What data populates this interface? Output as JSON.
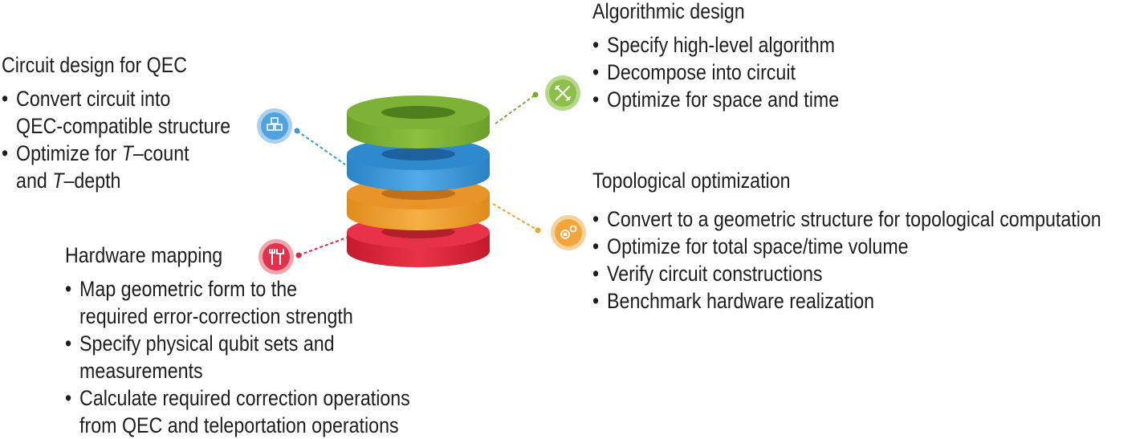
{
  "sections": {
    "algorithmic": {
      "title": "Algorithmic design",
      "items": [
        "Specify high-level algorithm",
        "Decompose into circuit",
        "Optimize for space and time"
      ]
    },
    "circuit": {
      "title": "Circuit design for QEC",
      "items": [
        {
          "line1": "Convert circuit into",
          "line2": "QEC-compatible structure"
        },
        {
          "line1a": "Optimize for ",
          "line1b": "T",
          "line1c": "–count",
          "line2a": "and ",
          "line2b": "T",
          "line2c": "–depth"
        }
      ]
    },
    "topological": {
      "title": "Topological optimization",
      "items": [
        "Convert to a geometric structure for topological computation",
        "Optimize for total space/time volume",
        "Verify circuit constructions",
        "Benchmark hardware realization"
      ]
    },
    "hardware": {
      "title": "Hardware mapping",
      "items": [
        {
          "line1": "Map geometric form to the",
          "line2": "required error-correction strength"
        },
        {
          "line1": "Specify physical qubit sets and",
          "line2": "measurements"
        },
        {
          "line1": "Calculate required correction operations",
          "line2": "from QEC and teleportation operations"
        }
      ]
    }
  },
  "bullet": "•",
  "colors": {
    "green": "#7aad2f",
    "blue": "#3a98d8",
    "orange": "#f0a12e",
    "red": "#e0263a"
  },
  "icons": {
    "algorithmic": "pencil-ruler-icon",
    "circuit": "cubes-icon",
    "topological": "gears-icon",
    "hardware": "tools-icon"
  }
}
